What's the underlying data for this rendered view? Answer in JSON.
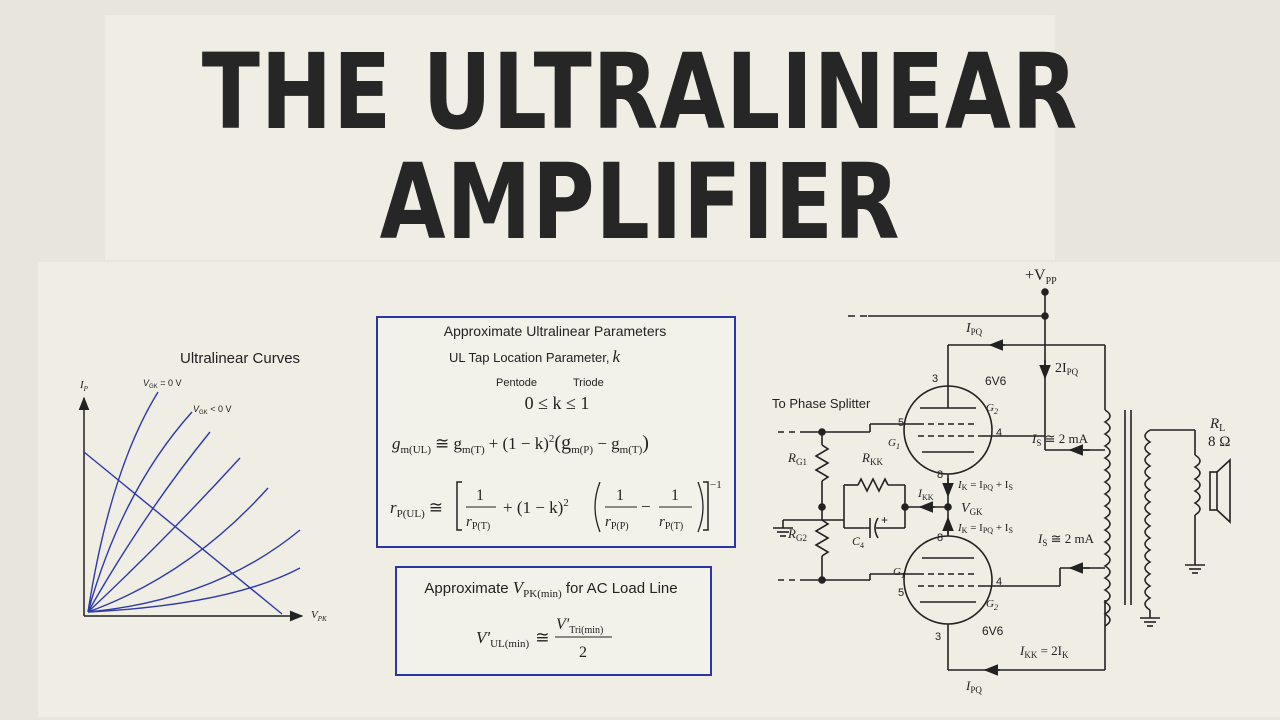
{
  "title": {
    "line1": "THE ULTRALINEAR",
    "line2": "AMPLIFIER"
  },
  "chart": {
    "title": "Ultralinear Curves",
    "y_axis": "I",
    "y_sub": "P",
    "x_axis": "V",
    "x_sub": "PK",
    "label_vgk0_pre": "V",
    "label_vgk0_sub": "GK",
    "label_vgk0_post": " = 0 V",
    "label_vgkneg_pre": "V",
    "label_vgkneg_sub": "GK",
    "label_vgkneg_post": " < 0 V"
  },
  "params": {
    "heading": "Approximate Ultralinear Parameters",
    "tap_label": "UL Tap Location Parameter,",
    "tap_var": "k",
    "pentode": "Pentode",
    "triode": "Triode",
    "range": "0 ≤ k ≤ 1",
    "gm_lhs": "g",
    "gm_lhs_sub": "m(UL)",
    "gm_rhs": "≅ g",
    "gm_rhs_sub1": "m(T)",
    "gm_mid": "+ (1 − k)",
    "gm_sq": "2",
    "gm_p": "(g",
    "gm_p_sub": "m(P)",
    "gm_minus": " − g",
    "gm_t_sub": "m(T)",
    "gm_close": ")",
    "rp_lhs": "r",
    "rp_lhs_sub": "P(UL)",
    "rp_approx": "≅",
    "one": "1",
    "rp_den1": "r",
    "rp_den1_sub": "P(T)",
    "rp_mid": "+ (1 − k)",
    "rp_sq": "2",
    "rp_den2": "r",
    "rp_den2_sub": "P(P)",
    "rp_minus": "−",
    "rp_den3": "r",
    "rp_den3_sub": "P(T)",
    "rp_exp": "−1"
  },
  "vpk": {
    "heading_pre": "Approximate ",
    "heading_var": "V",
    "heading_sub": "PK(min)",
    "heading_post": " for AC Load Line",
    "lhs": "V′",
    "lhs_sub": "UL(min)",
    "approx": "≅",
    "num": "V′",
    "num_sub": "Tri(min)",
    "den": "2"
  },
  "circuit": {
    "vpp": "+V",
    "vpp_sub": "PP",
    "ipq_top": "I",
    "ipq_top_sub": "PQ",
    "two_ipq": "2I",
    "two_ipq_sub": "PQ",
    "tube_top": "6V6",
    "tube_bottom": "6V6",
    "phase_splitter": "To Phase Splitter",
    "pin3_top": "3",
    "pin5_top": "5",
    "pin4_top": "4",
    "pin8_top": "8",
    "pin8_bot": "8",
    "pin5_bot": "5",
    "pin4_bot": "4",
    "pin3_bot": "3",
    "g2_top": "G",
    "g2_top_sub": "2",
    "g1_top": "G",
    "g1_top_sub": "1",
    "g1_bot": "G",
    "g1_bot_sub": "1",
    "g2_bot": "G",
    "g2_bot_sub": "2",
    "is_top": "I",
    "is_top_sub": "S",
    "is_top_val": " ≅ 2 mA",
    "is_bot": "I",
    "is_bot_sub": "S",
    "is_bot_val": " ≅ 2 mA",
    "rg1": "R",
    "rg1_sub": "G1",
    "rg2": "R",
    "rg2_sub": "G2",
    "rkk": "R",
    "rkk_sub": "KK",
    "c4": "C",
    "c4_sub": "4",
    "plus": "+",
    "ikk": "I",
    "ikk_sub": "KK",
    "vgk": "V",
    "vgk_sub": "GK",
    "ik_eq_top": "I",
    "ik_eq_top_sub": "K",
    "ik_eq_top_rest": " = I",
    "ik_eq_top_sub2": "PQ",
    "ik_eq_top_rest2": " + I",
    "ik_eq_top_sub3": "S",
    "ik_eq_bot": "I",
    "ik_eq_bot_sub": "K",
    "ik_eq_bot_rest": " = I",
    "ik_eq_bot_sub2": "PQ",
    "ik_eq_bot_rest2": " + I",
    "ik_eq_bot_sub3": "S",
    "ikk_eq": "I",
    "ikk_eq_sub": "KK",
    "ikk_eq_rest": " = 2I",
    "ikk_eq_sub2": "K",
    "ipq_bot": "I",
    "ipq_bot_sub": "PQ",
    "rl": "R",
    "rl_sub": "L",
    "rl_val": "8 Ω"
  }
}
